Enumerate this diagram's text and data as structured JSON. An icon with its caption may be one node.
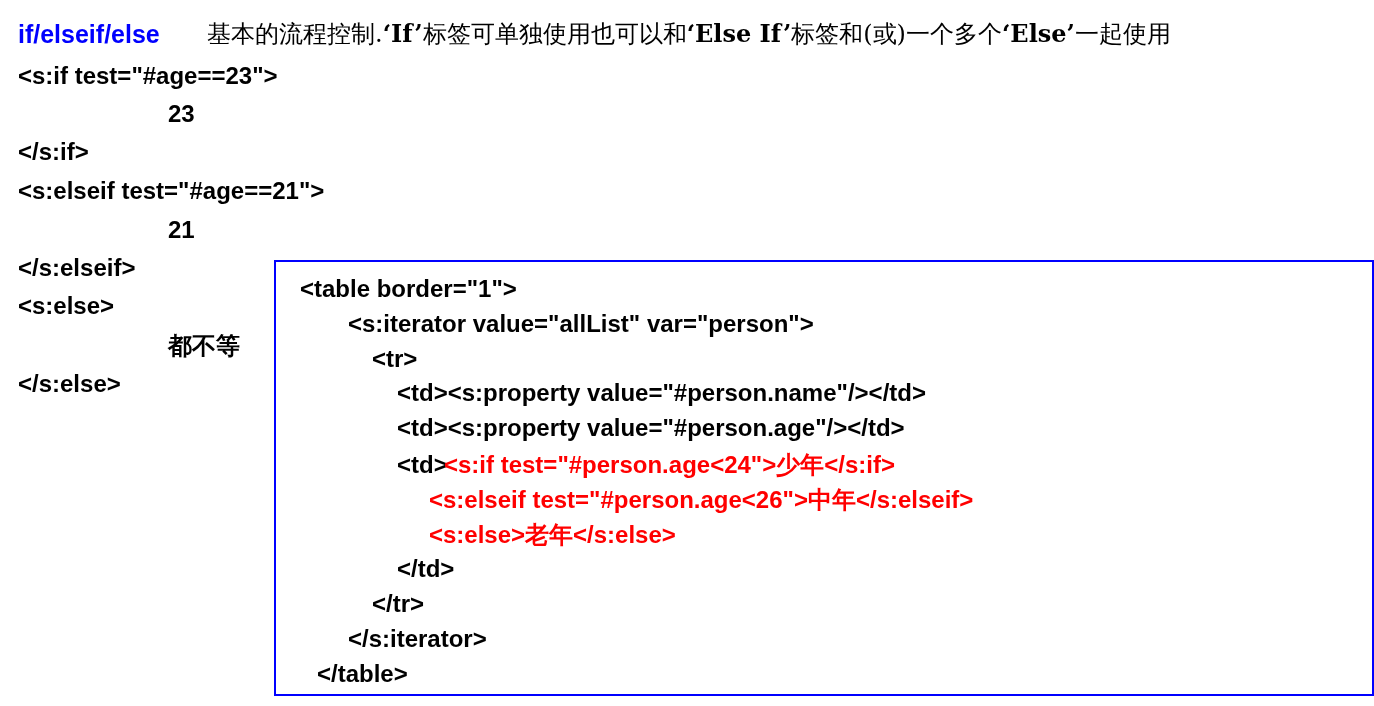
{
  "diagram": {
    "title": "if/elseif/else",
    "nodes": [
      {
        "text": [
          "<table border=\"1\">",
          "<s:iterator value=\"allList\" var=\"person\">",
          "<tr>",
          "<td><s:property value=\"#person.name\"/></td>",
          "<td><s:property value=\"#person.age\"/></td>",
          "<td>",
          "<s:if test=\"#person.age<24\">少年</s:if>",
          "<s:elseif test=\"#person.age<26\">中年</s:elseif>",
          "<s:else>老年</s:else>",
          "</td>",
          "</tr>",
          "</s:iterator>",
          "</table>"
        ]
      }
    ],
    "labels": [
      "基本的流程控制.**‘If’**标签可单独使用也可以和**‘Else If’**标签和(或)一个多个**‘Else’**一起使用",
      "<s:if test=\"#age==23\">",
      "23",
      "</s:if>",
      "<s:elseif test=\"#age==21\">",
      "21",
      "</s:elseif>",
      "<s:else>",
      "都不等",
      "</s:else>"
    ]
  }
}
